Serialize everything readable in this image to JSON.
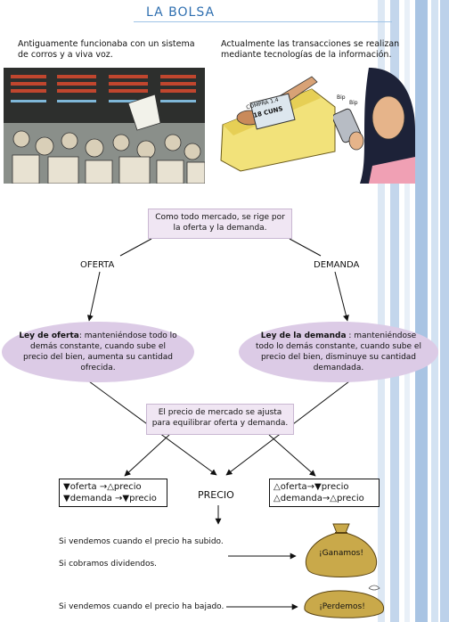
{
  "title": "LA BOLSA",
  "intro": {
    "left_text": "Antiguamente funcionaba con un sistema de corros y a viva voz.",
    "right_text": "Actualmente las transacciones se realizan mediante tecnologías de la información.",
    "laptop_text_1": "COMPRA 1.4",
    "laptop_text_2": "18 CUNS",
    "phone_beep": "Bip",
    "phone_beep2": "Bip"
  },
  "market_box": "Como todo mercado, se rige por la oferta y la demanda.",
  "oferta_label": "OFERTA",
  "demanda_label": "DEMANDA",
  "ley_oferta": {
    "bold": "Ley de oferta",
    "rest": ": manteniéndose todo lo demás constante, cuando sube el precio del bien, aumenta su cantidad ofrecida."
  },
  "ley_demanda": {
    "bold": "Ley de la demanda",
    "rest": " : manteniéndose todo lo demás constante, cuando sube el precio del bien, disminuye su cantidad demandada."
  },
  "ajuste_box": "El precio de mercado se ajusta para equilibrar oferta y demanda.",
  "left_rules": [
    "▼oferta →△precio",
    "▼demanda →▼precio"
  ],
  "right_rules": [
    "△oferta→▼precio",
    "△demanda→△precio"
  ],
  "precio_label": "PRECIO",
  "statements": {
    "s1": "Si vendemos cuando el precio ha subido.",
    "s2": "Si cobramos dividendos.",
    "s3": "Si vendemos cuando el precio ha bajado."
  },
  "bags": {
    "win": "¡Ganamos!",
    "lose": "¡Perdemos!"
  },
  "colors": {
    "accent_blue": "#2f6fb0",
    "lilac_box": "#f0e6f3",
    "lilac_ellipse": "#dccbe6",
    "bag": "#c9a94a"
  }
}
